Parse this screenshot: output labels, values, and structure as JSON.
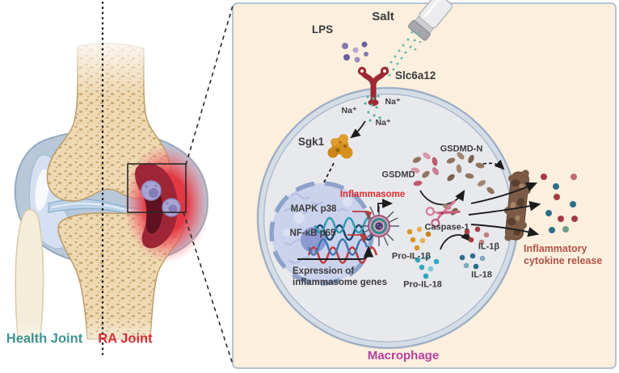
{
  "figure": {
    "joint_panel": {
      "health_label": "Health Joint",
      "ra_label": "RA Joint",
      "health_color": "#3d9490",
      "ra_color": "#d42e35"
    },
    "macrophage_panel": {
      "background": "#fcefdd",
      "border_color": "#b6c2d4",
      "macrophage_label": "Macrophage",
      "macrophage_color": "#b53fa0",
      "stimuli": {
        "salt": "Salt",
        "lps": "LPS",
        "transporter": "Slc6a12",
        "sodium": [
          "Na⁺",
          "Na⁺",
          "Na⁺"
        ]
      },
      "signaling": {
        "kinase": "Sgk1",
        "mapk": "MAPK p38",
        "nfkb": "NF-κB p65",
        "expression_line1": "Expression of",
        "expression_line2": "inflammasome genes",
        "inflammasome": "Inflammasome",
        "inflammasome_color": "#e02b2b"
      },
      "pyroptosis": {
        "gsdmd": "GSDMD",
        "gsdmd_n": "GSDMD-N",
        "caspase": "Caspase-1",
        "pro_il1b": "Pro-IL-1β",
        "pro_il18": "Pro-IL-18",
        "il1b": "IL-1β",
        "il18": "IL-18",
        "release_line1": "Inflammatory",
        "release_line2": "cytokine release",
        "release_color": "#b0544a"
      }
    }
  }
}
